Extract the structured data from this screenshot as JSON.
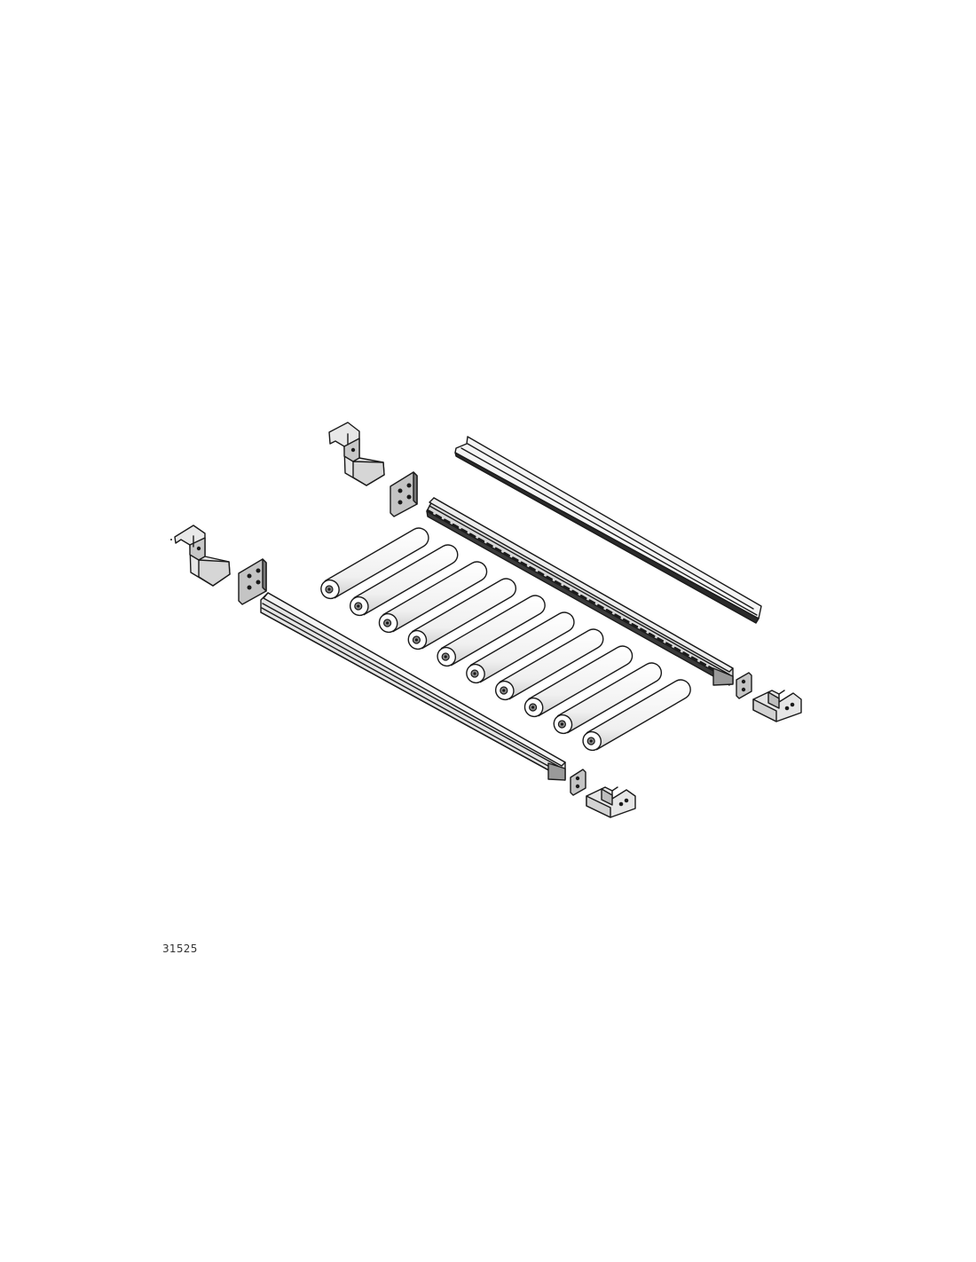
{
  "drawing_number": "31525",
  "colors": {
    "line": "#1a1a1a",
    "metal_light": "#ececec",
    "metal_mid": "#c9c9c9",
    "metal_dark": "#8a8a8a",
    "background": "#ffffff"
  },
  "parts": {
    "roller_count": 10,
    "profile_count": 2,
    "channel_count": 1,
    "bracket_count": 4,
    "end_plate_count": 4
  }
}
